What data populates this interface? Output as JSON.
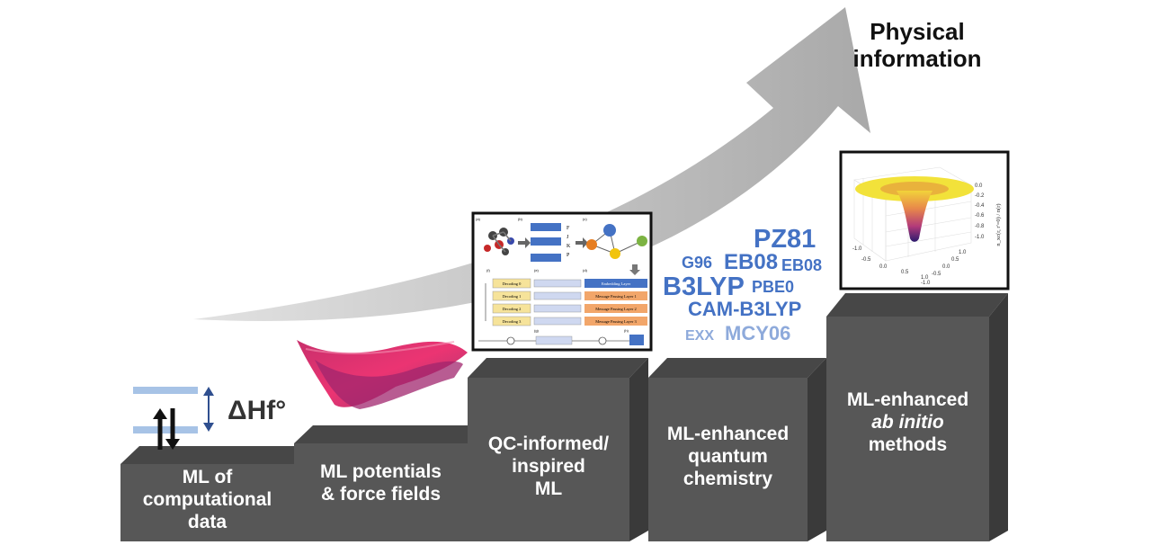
{
  "title": {
    "line1": "Physical",
    "line2": "information"
  },
  "delta_h": "ΔHf°",
  "steps": [
    {
      "line1": "ML of",
      "line2": "computational",
      "line3": "data"
    },
    {
      "line1": "ML potentials",
      "line2": "& force fields"
    },
    {
      "line1": "QC-informed/",
      "line2": "inspired",
      "line3": "ML"
    },
    {
      "line1": "ML-enhanced",
      "line2": "quantum",
      "line3": "chemistry"
    },
    {
      "line1": "ML-enhanced",
      "line2": "ab initio",
      "line3": "methods"
    }
  ],
  "functionals": {
    "pz81": "PZ81",
    "g96": "G96",
    "eb08a": "EB08",
    "eb08b": "EB08",
    "b3lyp": "B3LYP",
    "pbe0": "PBE0",
    "cam": "CAM-B3LYP",
    "exx": "EXX",
    "mcy06": "MCY06"
  },
  "network": {
    "decoding": [
      "Decoding 0",
      "Decoding 1",
      "Decoding 2",
      "Decoding 3"
    ],
    "layers": [
      "Embedding Layer",
      "Message Passing Layer 1",
      "Message Passing Layer 2",
      "Message Passing Layer 3"
    ],
    "ops": [
      "F",
      "J",
      "K",
      "P"
    ],
    "panels": [
      "(a)",
      "(b)",
      "(c)",
      "(d)",
      "(e)",
      "(f)",
      "(g)",
      "(h)"
    ]
  },
  "plot": {
    "z_ticks": [
      "0.0",
      "-0.2",
      "-0.4",
      "-0.6",
      "-0.8",
      "-1.0"
    ],
    "x_ticks": [
      "-1.0",
      "-0.5",
      "0.0",
      "0.5",
      "1.0"
    ],
    "y_ticks": [
      "1.0",
      "0.5",
      "0.0",
      "-0.5",
      "-1.0"
    ],
    "z_label": "n_xc(r, r'=0) / n(r)"
  },
  "colors": {
    "block_front": "#575757",
    "block_top": "#474747",
    "block_side": "#3a3a3a",
    "arrow": "#b9b9b9",
    "level": "#a7c3e6",
    "blue": "#4472c4",
    "light_blue": "#8eaadb"
  }
}
